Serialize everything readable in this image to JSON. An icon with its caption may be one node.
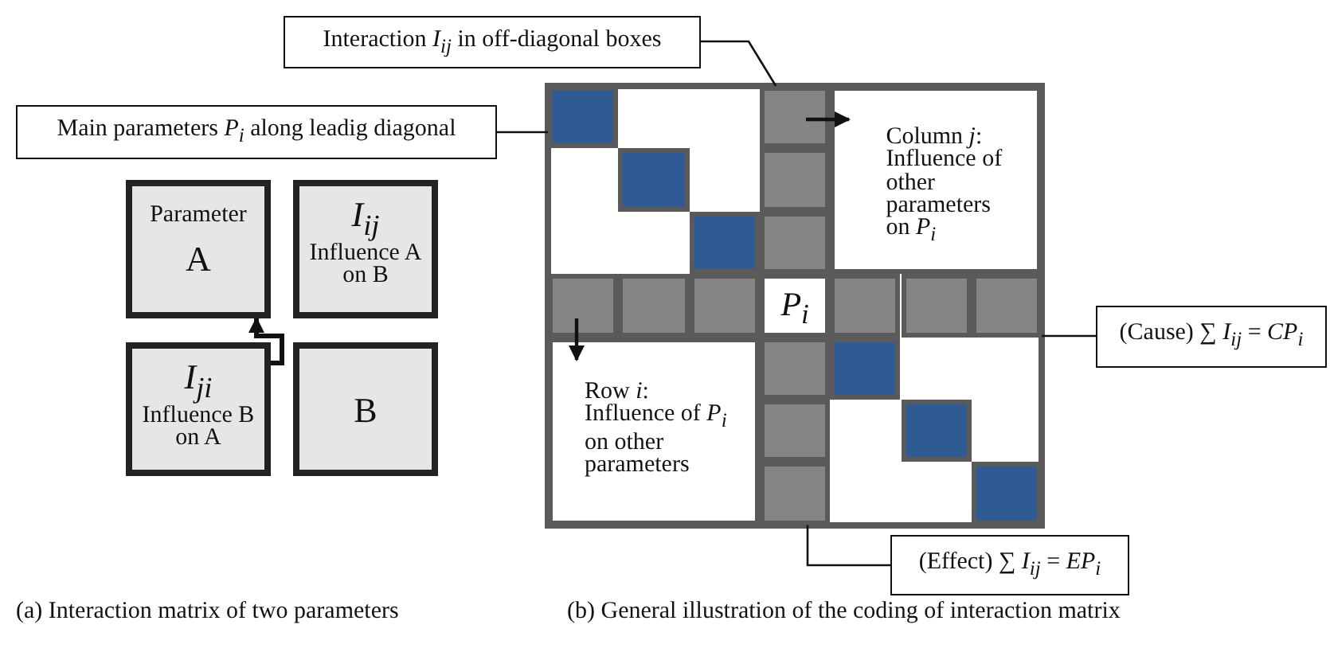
{
  "diagram": {
    "nodes": [
      {
        "text": [
          "Interaction *I*$_{ij}$ in off-diagonal boxes"
        ]
      },
      {
        "text": [
          "Main parameters *P*$_{i}$ along leadig diagonal"
        ]
      },
      {
        "text": [
          "Parameter",
          "A"
        ]
      },
      {
        "text": [
          "*I*$_{ij}$",
          "Influence A on B"
        ]
      },
      {
        "text": [
          "*I*$_{ji}$",
          "Influence B on A"
        ]
      },
      {
        "text": [
          "B"
        ]
      },
      {
        "text": [],
        "shape": "box"
      },
      {
        "text": [],
        "shape": "box"
      },
      {
        "text": [
          "Column *j*: Influence of other parameters on *P*$_{i}$"
        ]
      },
      {
        "text": [
          "*P*$_{i}$"
        ]
      },
      {
        "text": [
          "Row *i*: Influence of *P*$_{i}$ on other parameters"
        ]
      },
      {
        "text": [],
        "shape": "box"
      },
      {
        "text": [],
        "shape": "box"
      },
      {
        "text": [
          "(Cause) ∑ *I*$_{ij}$ = *CP*$_{i}$"
        ]
      },
      {
        "text": [
          "(Effect) ∑ *I*$_{ij}$ = *EP*$_{i}$"
        ]
      }
    ],
    "edges": [
      {
        "from": 0,
        "to": 7,
        "arrow": "none"
      },
      {
        "from": 1,
        "to": 6,
        "arrow": "none"
      },
      {
        "from": 13,
        "to": 11,
        "arrow": "none"
      },
      {
        "from": 14,
        "to": 12,
        "arrow": "none"
      },
      {
        "from": 4,
        "to": 2,
        "arrow": "to",
        "style": "thick"
      }
    ],
    "labels": [
      "(a) Interaction matrix of two parameters",
      "(b) General illustration of the coding of interaction matrix"
    ]
  }
}
